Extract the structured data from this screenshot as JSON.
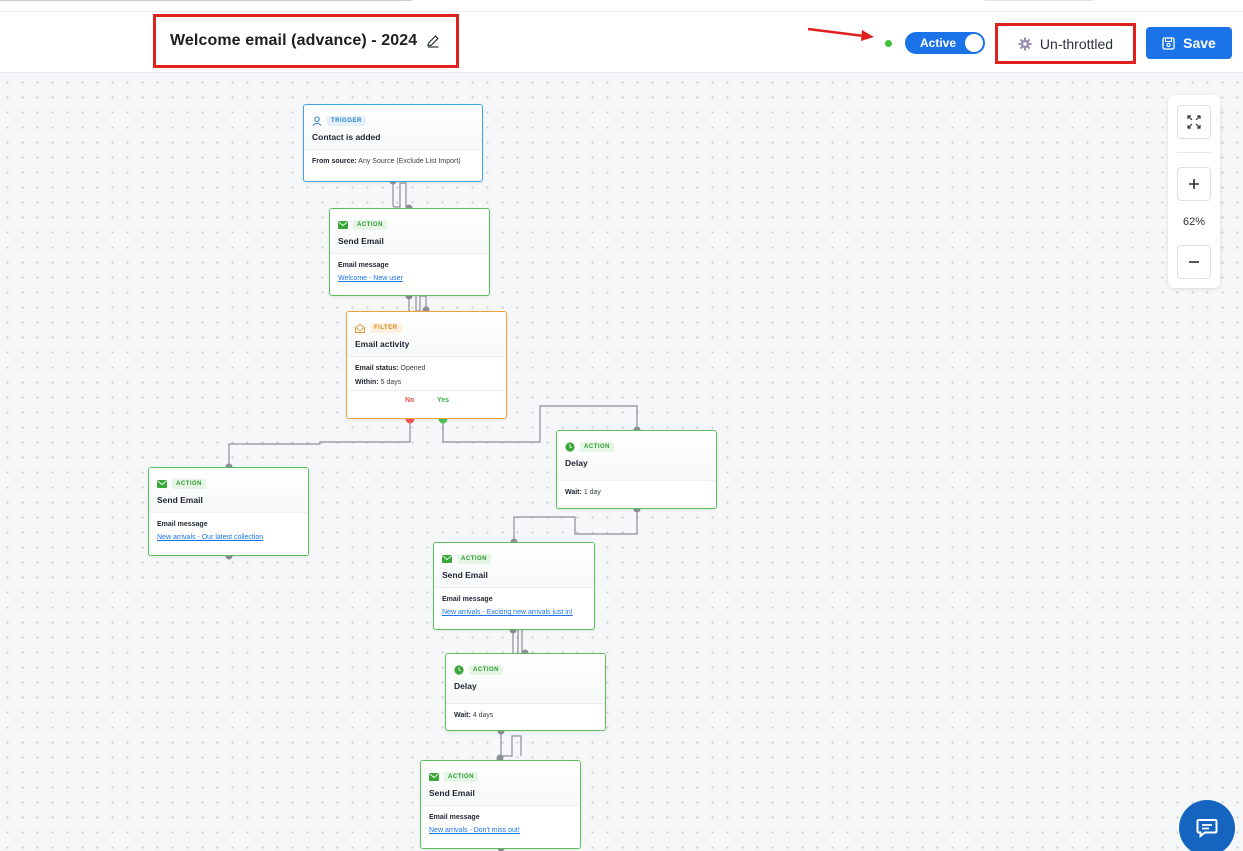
{
  "header": {
    "title": "Welcome email (advance) - 2024",
    "status_toggle_label": "Active",
    "throttle_label": "Un-throttled",
    "save_label": "Save"
  },
  "nodes": {
    "trigger": {
      "badge": "TRIGGER",
      "name": "Contact is added",
      "field_label": "From source:",
      "field_value": "Any Source (Exclude List Import)"
    },
    "send1": {
      "badge": "ACTION",
      "name": "Send Email",
      "field_label": "Email message",
      "link": "Welcome - New user"
    },
    "filter": {
      "badge": "FILTER",
      "name": "Email activity",
      "status_label": "Email status:",
      "status_value": "Opened",
      "within_label": "Within:",
      "within_value": "5 days",
      "no_label": "No",
      "yes_label": "Yes"
    },
    "send_no": {
      "badge": "ACTION",
      "name": "Send Email",
      "field_label": "Email message",
      "link": "New arrivals - Our latest collection"
    },
    "delay1": {
      "badge": "ACTION",
      "name": "Delay",
      "field_label": "Wait:",
      "field_value": "1 day"
    },
    "send_yes": {
      "badge": "ACTION",
      "name": "Send Email",
      "field_label": "Email message",
      "link": "New arrivals - Exciting new arrivals just in!"
    },
    "delay2": {
      "badge": "ACTION",
      "name": "Delay",
      "field_label": "Wait:",
      "field_value": "4 days"
    },
    "send_last": {
      "badge": "ACTION",
      "name": "Send Email",
      "field_label": "Email message",
      "link": "New arrivals - Don't miss out!"
    }
  },
  "zoom": {
    "level": "62%",
    "fit_icon": "fit-screen-icon",
    "in_icon": "plus-icon",
    "out_icon": "minus-icon"
  },
  "icons": {
    "edit": "pencil-icon",
    "throttle": "gear-icon",
    "save": "floppy-icon",
    "chat": "chat-icon"
  },
  "colors": {
    "primary": "#1a73e8",
    "action_border": "#5cbf5c",
    "trigger_border": "#3fa1e8",
    "filter_border": "#f2a23a",
    "highlight": "#e0201c",
    "active_dot": "#3bc33b"
  }
}
